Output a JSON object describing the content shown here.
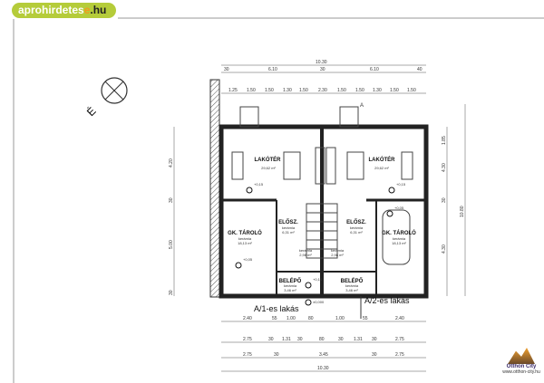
{
  "watermark": {
    "prefix": "aprohirdetes",
    "e": "e",
    "suffix": ".hu"
  },
  "compass": {
    "label": "É"
  },
  "rooms": {
    "living_left": {
      "name": "LAKÓTÉR",
      "area": "29,62 m²"
    },
    "living_right": {
      "name": "LAKÓTÉR",
      "area": "29,62 m²"
    },
    "storage_left": {
      "name": "GK. TÁROLÓ",
      "floor": "kerámia",
      "area": "18,13 m²"
    },
    "storage_right": {
      "name": "GK. TÁROLÓ",
      "floor": "kerámia",
      "area": "18,13 m²"
    },
    "hall_left": {
      "name": "ELŐSZ.",
      "floor": "kerámia",
      "area": "6,31 m²"
    },
    "hall_right": {
      "name": "ELŐSZ.",
      "floor": "kerámia",
      "area": "6,31 m²"
    },
    "wc_left": {
      "floor": "kerámia",
      "area": "2,98 m²"
    },
    "wc_right": {
      "floor": "kerámia",
      "area": "2,98 m²"
    },
    "entry_left": {
      "name": "BELÉPŐ",
      "floor": "kerámia",
      "area": "3,46 m²"
    },
    "entry_right": {
      "name": "BELÉPŐ",
      "floor": "kerámia",
      "area": "3,46 m²"
    }
  },
  "levels": {
    "l1": "+0,15",
    "l2": "+0,15",
    "l3": "+0,05",
    "l4": "+0,05",
    "l5": "+0,14",
    "zero": "±0,000"
  },
  "units": {
    "a1": "A/1-es lakás",
    "a2": "A/2-es lakás",
    "section": "A"
  },
  "dimensions": {
    "top_total": "10.30",
    "top_row": [
      "30",
      "6.10",
      "30",
      "6.10",
      "40"
    ],
    "top_detail": [
      "1.25",
      "1.50",
      "1.50",
      "1.30",
      "1.50",
      "2.30",
      "1.50",
      "1.50",
      "1.30",
      "1.50",
      "1.50"
    ],
    "right": [
      "1.85",
      "4.30",
      "30",
      "4.30",
      "10.80"
    ],
    "left": [
      "4.20",
      "30",
      "5.00",
      "30"
    ],
    "bottom_row1": [
      "2.40",
      "55",
      "1.00",
      "80",
      "1.00",
      "55",
      "2.40"
    ],
    "bottom_row2": [
      "2.75",
      "30",
      "1.31",
      "30",
      "80",
      "30",
      "1.31",
      "30",
      "2.75"
    ],
    "bottom_row3": [
      "2.75",
      "30",
      "3.45",
      "30",
      "2.75"
    ],
    "bottom_total": "10.30"
  },
  "brand": {
    "name": "Otthon City",
    "url": "www.otthon-city.hu"
  }
}
